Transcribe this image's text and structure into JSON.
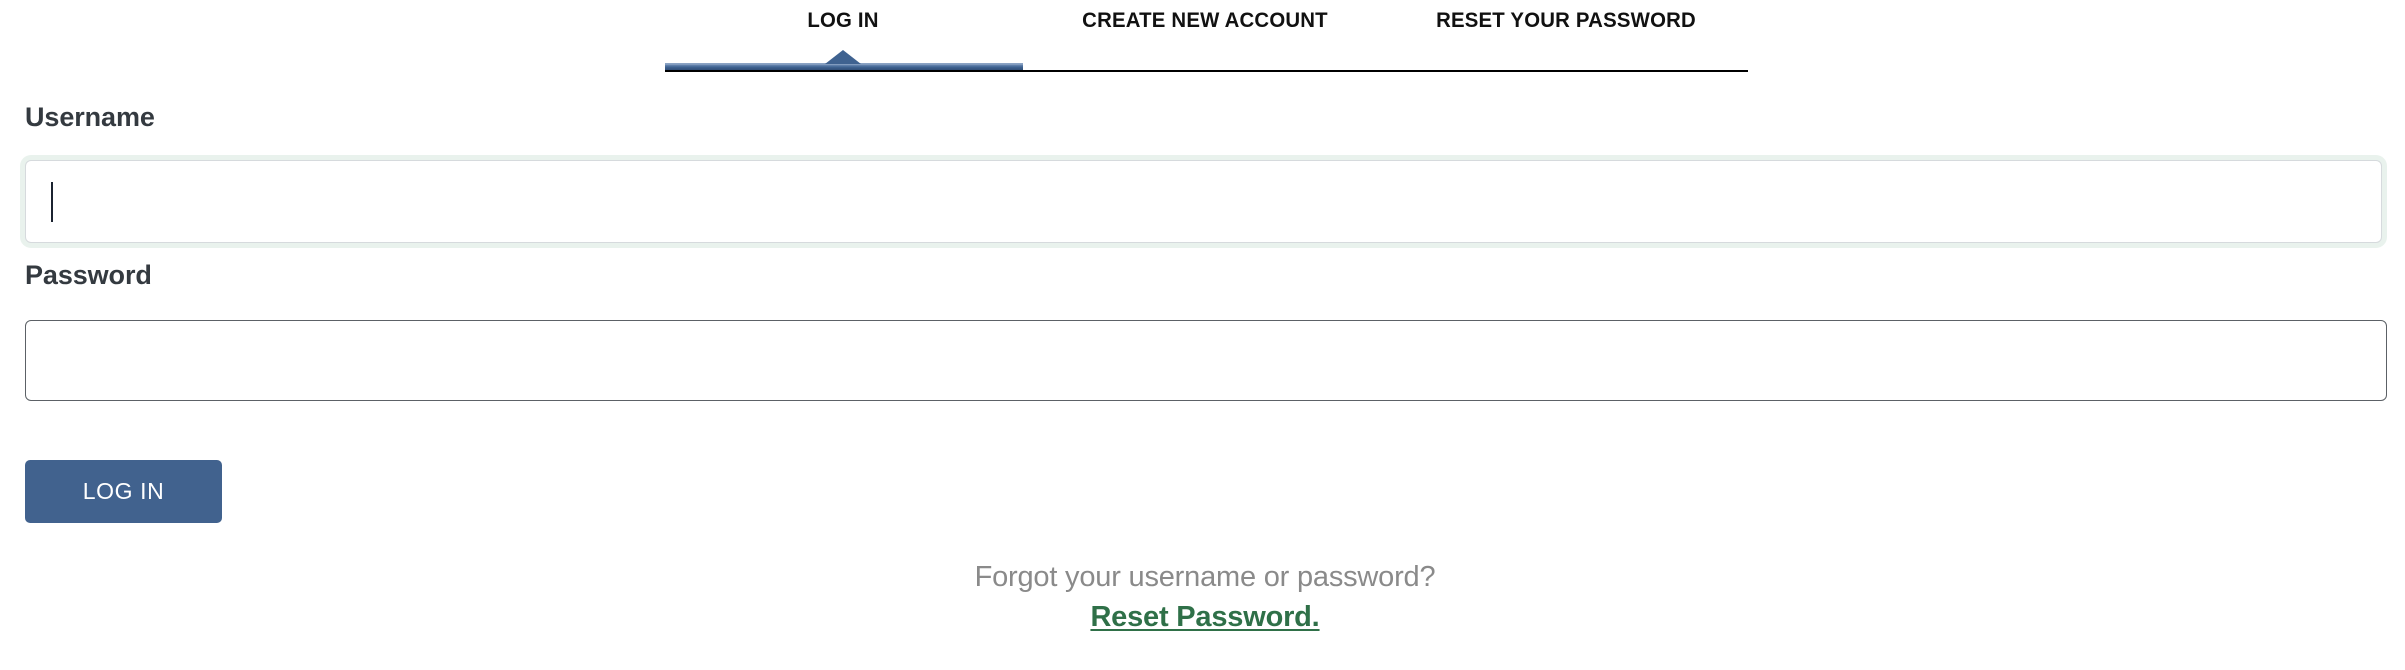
{
  "tabs": {
    "items": [
      {
        "label": "LOG IN",
        "active": true
      },
      {
        "label": "CREATE NEW ACCOUNT",
        "active": false
      },
      {
        "label": "RESET YOUR PASSWORD",
        "active": false
      }
    ],
    "active_indicator_color": "#3f6290",
    "rule_color": "#000000"
  },
  "form": {
    "username": {
      "label": "Username",
      "value": "",
      "placeholder": "",
      "focused": true,
      "border_color": "#d6dadd"
    },
    "password": {
      "label": "Password",
      "value": "",
      "placeholder": "",
      "focused": false,
      "border_color": "#5c6166"
    },
    "submit": {
      "label": "LOG IN",
      "background": "#41628e",
      "text_color": "#ffffff"
    }
  },
  "footer": {
    "prompt": "Forgot your username or password?",
    "prompt_color": "#8a8a8a",
    "link": "Reset Password.",
    "link_color": "#2f7048"
  }
}
